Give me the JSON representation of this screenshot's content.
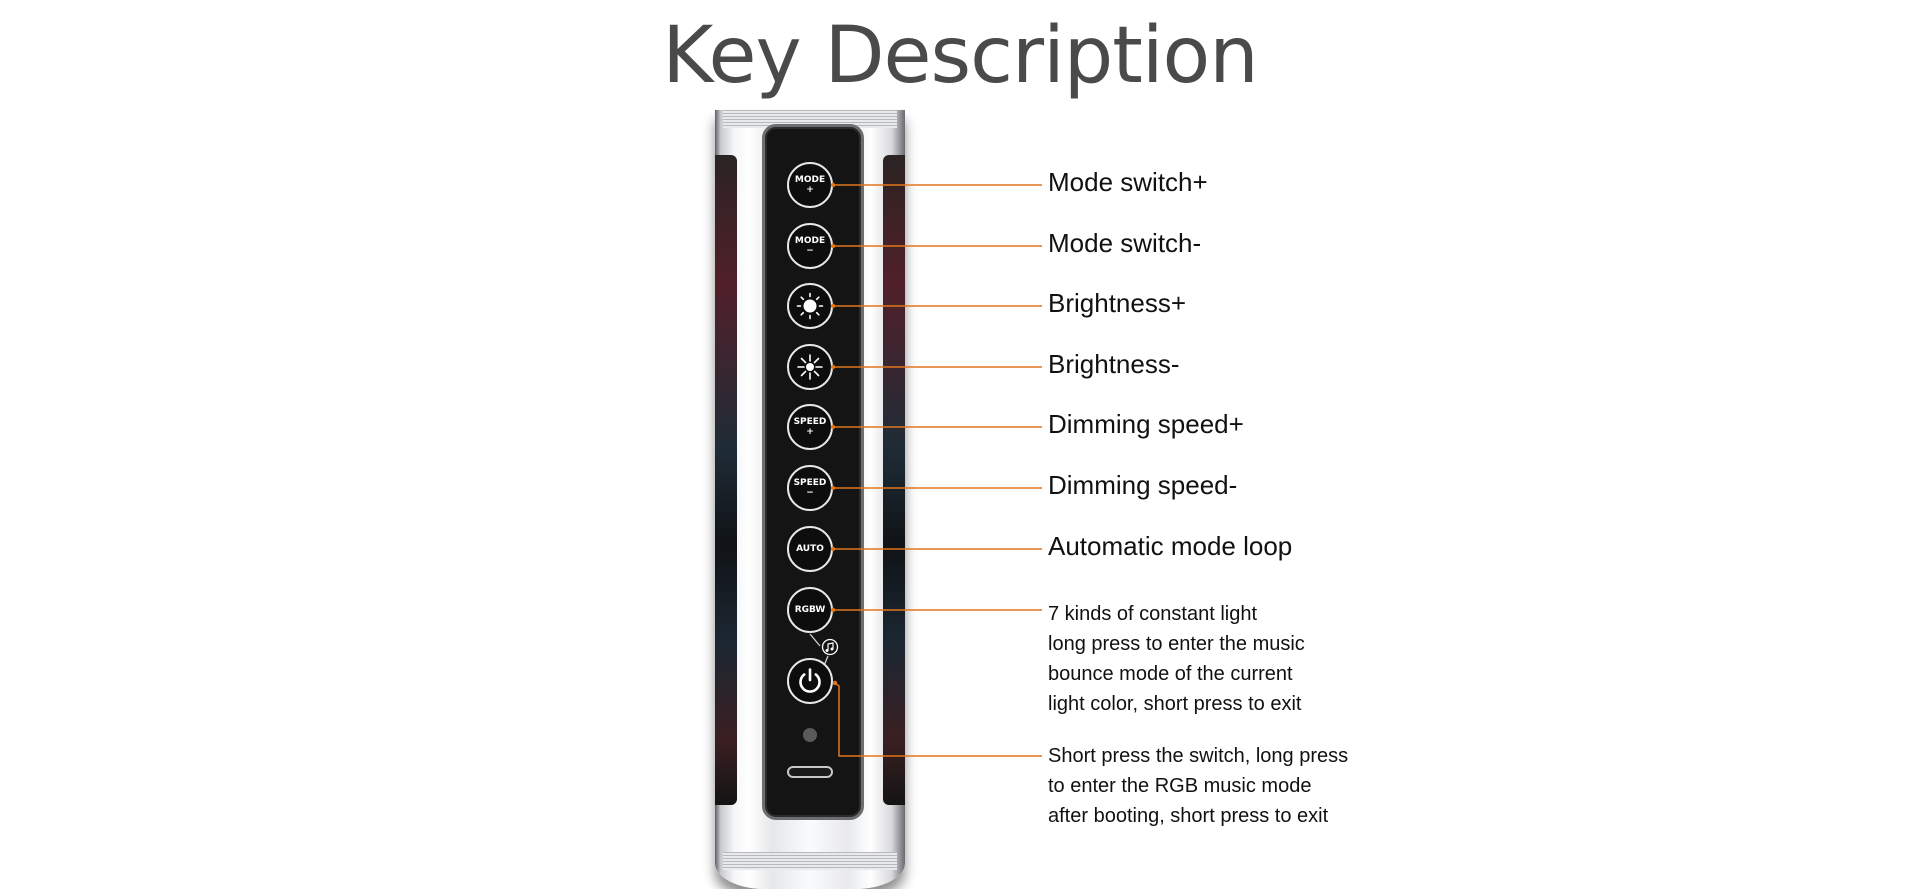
{
  "title": "Key Description",
  "colors": {
    "leader": "#e2751b",
    "title": "#4a4a4a",
    "key_ring": "#e8e8e8"
  },
  "keys": [
    {
      "icon": "mode-plus-icon",
      "label": "MODE",
      "sign": "+"
    },
    {
      "icon": "mode-minus-icon",
      "label": "MODE",
      "sign": "−"
    },
    {
      "icon": "brightness-plus-icon",
      "label": "",
      "sign": ""
    },
    {
      "icon": "brightness-minus-icon",
      "label": "",
      "sign": ""
    },
    {
      "icon": "speed-plus-icon",
      "label": "SPEED",
      "sign": "+"
    },
    {
      "icon": "speed-minus-icon",
      "label": "SPEED",
      "sign": "−"
    },
    {
      "icon": "auto-icon",
      "label": "AUTO",
      "sign": ""
    },
    {
      "icon": "rgbw-icon",
      "label": "RGBW",
      "sign": ""
    },
    {
      "icon": "power-icon",
      "label": "",
      "sign": ""
    }
  ],
  "descriptions": [
    {
      "lines": [
        "Mode switch+"
      ]
    },
    {
      "lines": [
        "Mode switch-"
      ]
    },
    {
      "lines": [
        "Brightness+"
      ]
    },
    {
      "lines": [
        "Brightness-"
      ]
    },
    {
      "lines": [
        "Dimming speed+"
      ]
    },
    {
      "lines": [
        "Dimming speed-"
      ]
    },
    {
      "lines": [
        "Automatic mode loop"
      ]
    },
    {
      "lines": [
        "7 kinds of constant light",
        "long press to enter the music",
        "bounce mode of the current",
        "light color, short press to exit"
      ]
    },
    {
      "lines": [
        "Short press the switch, long press",
        "to enter the RGB music mode",
        "after booting, short press to exit"
      ]
    }
  ]
}
